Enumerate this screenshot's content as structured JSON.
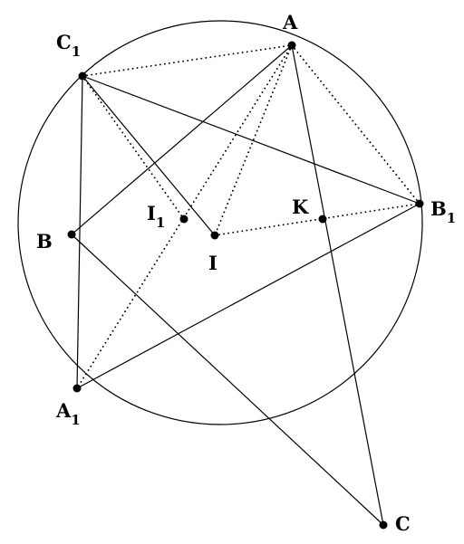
{
  "points": {
    "A": {
      "name": "A",
      "sub": ""
    },
    "B": {
      "name": "B",
      "sub": ""
    },
    "C": {
      "name": "C",
      "sub": ""
    },
    "A1": {
      "name": "A",
      "sub": "1"
    },
    "B1": {
      "name": "B",
      "sub": "1"
    },
    "C1": {
      "name": "C",
      "sub": "1"
    },
    "I": {
      "name": "I",
      "sub": ""
    },
    "I1": {
      "name": "I",
      "sub": "1"
    },
    "K": {
      "name": "K",
      "sub": ""
    }
  }
}
